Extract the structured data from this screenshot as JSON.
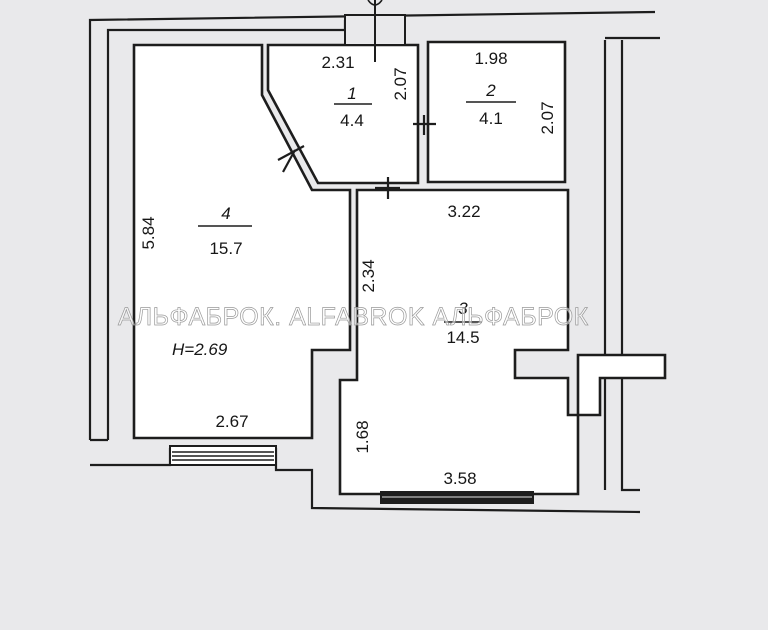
{
  "rooms": [
    {
      "number": "1",
      "area": "4.4"
    },
    {
      "number": "2",
      "area": "4.1"
    },
    {
      "number": "3",
      "area": "14.5"
    },
    {
      "number": "4",
      "area": "15.7"
    }
  ],
  "dimensions": {
    "r1_width": "2.31",
    "r1_height": "2.07",
    "r2_width": "1.98",
    "r2_height": "2.07",
    "r3_width": "3.22",
    "r3_left_wall": "2.34",
    "r3_lower_wall": "1.68",
    "r3_bottom": "3.58",
    "r4_height": "5.84",
    "r4_bottom": "2.67"
  },
  "ceiling_height": "H=2.69",
  "watermark": "АЛЬФАБРОК. ALFABROK АЛЬФАБРОК"
}
